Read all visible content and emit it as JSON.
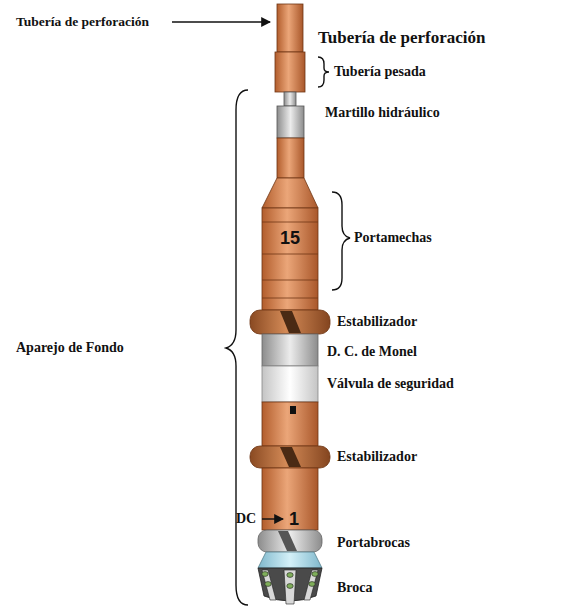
{
  "diagram": {
    "labels": [
      "Tubería de perforación",
      "Tubería de perforación",
      "Tubería pesada",
      "Martillo hidráulico",
      "15",
      "Portamechas",
      "Aparejo de Fondo",
      "Estabilizador",
      "D. C. de Monel",
      "Válvula de seguridad",
      "Estabilizador",
      "DC",
      "1",
      "Portabrocas",
      "Broca"
    ]
  }
}
